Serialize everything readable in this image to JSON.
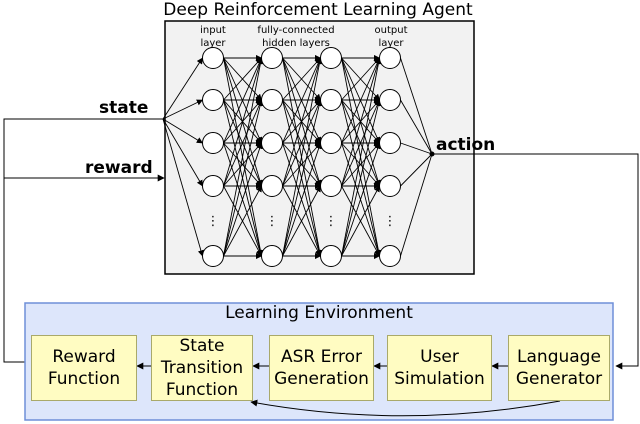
{
  "agent": {
    "title": "Deep Reinforcement Learning Agent",
    "layer_labels": {
      "input": [
        "input",
        "layer"
      ],
      "hidden": [
        "fully-connected",
        "hidden layers"
      ],
      "output": [
        "output",
        "layer"
      ]
    },
    "ellipsis": "⋮"
  },
  "signals": {
    "state": "state",
    "reward": "reward",
    "action": "action"
  },
  "environment": {
    "title": "Learning Environment",
    "modules": [
      {
        "key": "reward-function",
        "label": "Reward\nFunction"
      },
      {
        "key": "state-transition-function",
        "label": "State\nTransition\nFunction"
      },
      {
        "key": "asr-error-generation",
        "label": "ASR Error\nGeneration"
      },
      {
        "key": "user-simulation",
        "label": "User\nSimulation"
      },
      {
        "key": "language-generator",
        "label": "Language\nGenerator"
      }
    ]
  },
  "colors": {
    "environment_fill": "#dde6fb",
    "environment_border": "#6e8fd8",
    "module_fill": "#fffcc2",
    "module_border": "#a9a96a",
    "agent_fill": "#f2f2f2"
  }
}
